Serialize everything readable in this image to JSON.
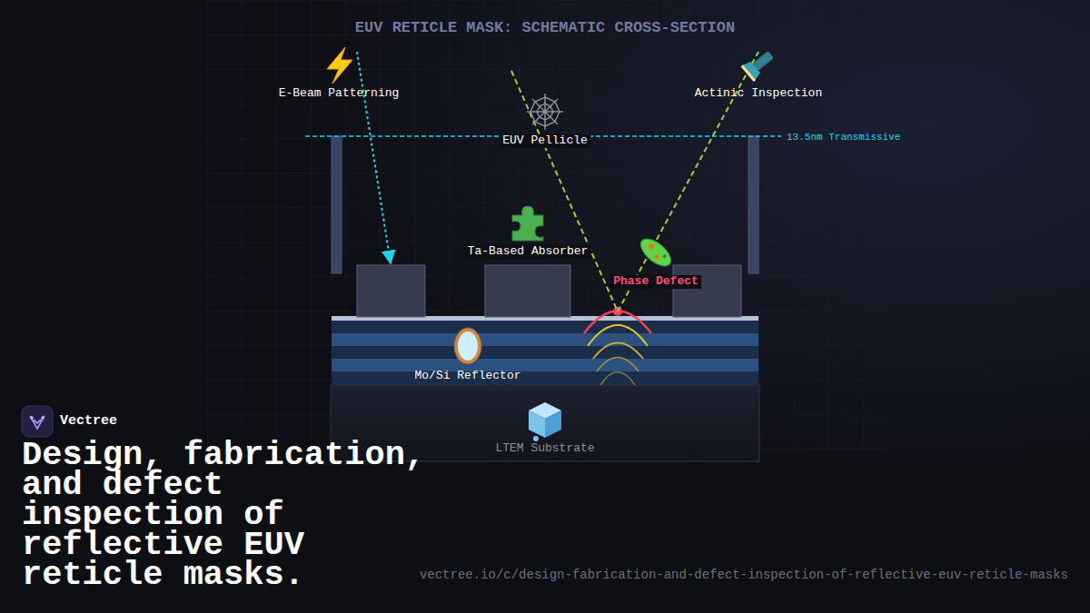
{
  "diagram": {
    "title": "EUV RETICLE MASK: SCHEMATIC CROSS-SECTION",
    "caption": "Design, fabrication, and defect inspection of reflective EUV reticle masks.",
    "nodes": [
      {
        "text": [
          "Mo/Si Reflector"
        ]
      },
      {
        "text": [
          "LTEM Substrate"
        ]
      }
    ],
    "labels": [
      "E-Beam Patterning",
      "EUV Pellicle",
      "Actinic Inspection",
      "13.5nm Transmissive",
      "Ta-Based Absorber",
      "Phase Defect",
      "Vectree",
      "vectree.io/c/design-fabrication-and-defect-inspection-of-reflective-euv-reticle-masks"
    ]
  }
}
